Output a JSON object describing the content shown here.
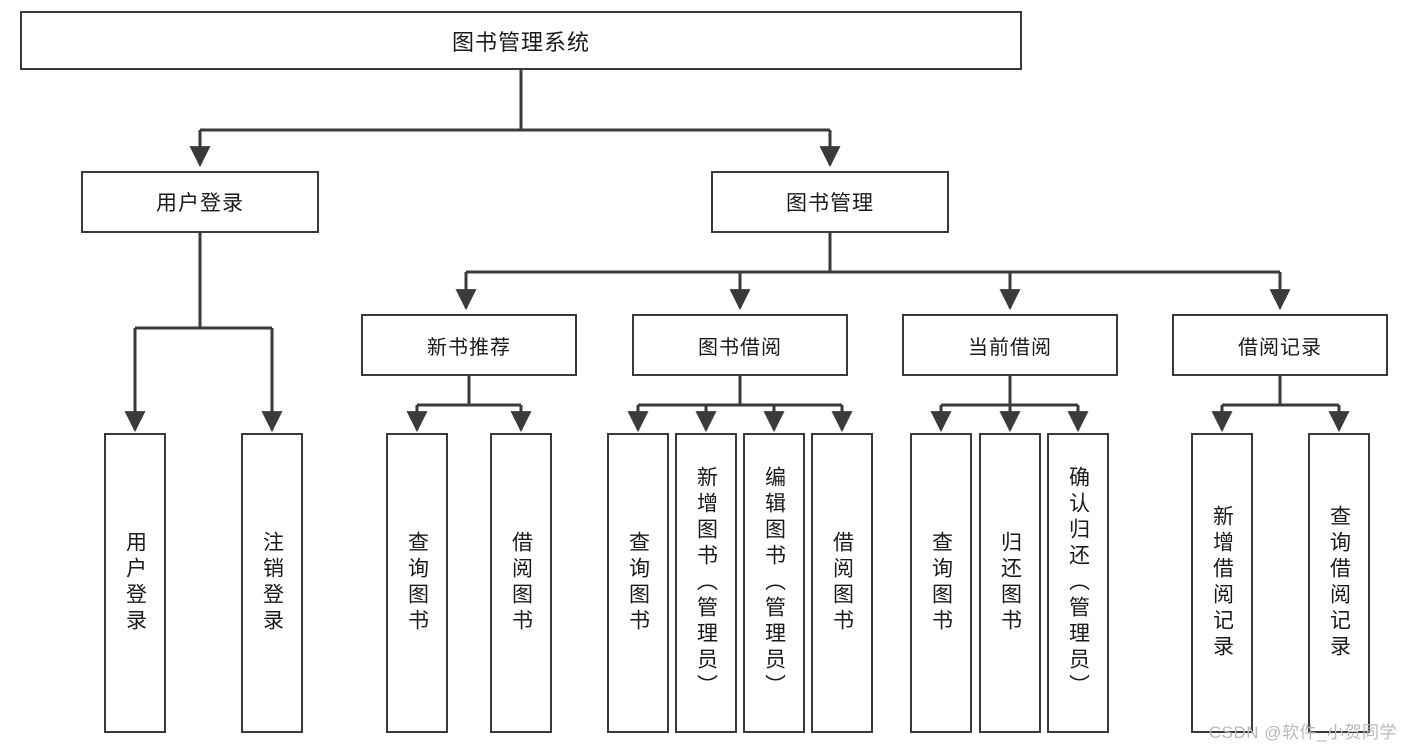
{
  "diagram": {
    "title": "图书管理系统",
    "type": "tree-hierarchy",
    "orientation": "top-down",
    "colors": {
      "box_border": "#3a3a3a",
      "box_fill": "#ffffff",
      "edge": "#3a3a3a",
      "text": "#1a1a1a",
      "watermark": "#b9b9b9",
      "background": "#ffffff"
    },
    "nodes": {
      "root": {
        "label": "图书管理系统",
        "level": 0
      },
      "user_login": {
        "label": "用户登录",
        "level": 1
      },
      "book_manage": {
        "label": "图书管理",
        "level": 1
      },
      "new_book_rec": {
        "label": "新书推荐",
        "level": 2
      },
      "book_borrow": {
        "label": "图书借阅",
        "level": 2
      },
      "current_borrow": {
        "label": "当前借阅",
        "level": 2
      },
      "borrow_record": {
        "label": "借阅记录",
        "level": 2
      },
      "leaf_user_login": {
        "label": "用户登录",
        "level": 3
      },
      "leaf_logout": {
        "label": "注销登录",
        "level": 3
      },
      "leaf_query_book_1": {
        "label": "查询图书",
        "level": 3
      },
      "leaf_borrow_book_1": {
        "label": "借阅图书",
        "level": 3
      },
      "leaf_query_book_2": {
        "label": "查询图书",
        "level": 3
      },
      "leaf_add_book": {
        "label": "新增图书（管理员）",
        "level": 3
      },
      "leaf_edit_book": {
        "label": "编辑图书（管理员）",
        "level": 3
      },
      "leaf_borrow_book_2": {
        "label": "借阅图书",
        "level": 3
      },
      "leaf_query_book_3": {
        "label": "查询图书",
        "level": 3
      },
      "leaf_return_book": {
        "label": "归还图书",
        "level": 3
      },
      "leaf_confirm_return": {
        "label": "确认归还（管理员）",
        "level": 3
      },
      "leaf_add_record": {
        "label": "新增借阅记录",
        "level": 3
      },
      "leaf_query_record": {
        "label": "查询借阅记录",
        "level": 3
      }
    },
    "edges": [
      {
        "from": "root",
        "to": "user_login"
      },
      {
        "from": "root",
        "to": "book_manage"
      },
      {
        "from": "user_login",
        "to": "leaf_user_login"
      },
      {
        "from": "user_login",
        "to": "leaf_logout"
      },
      {
        "from": "book_manage",
        "to": "new_book_rec"
      },
      {
        "from": "book_manage",
        "to": "book_borrow"
      },
      {
        "from": "book_manage",
        "to": "current_borrow"
      },
      {
        "from": "book_manage",
        "to": "borrow_record"
      },
      {
        "from": "new_book_rec",
        "to": "leaf_query_book_1"
      },
      {
        "from": "new_book_rec",
        "to": "leaf_borrow_book_1"
      },
      {
        "from": "book_borrow",
        "to": "leaf_query_book_2"
      },
      {
        "from": "book_borrow",
        "to": "leaf_add_book"
      },
      {
        "from": "book_borrow",
        "to": "leaf_edit_book"
      },
      {
        "from": "book_borrow",
        "to": "leaf_borrow_book_2"
      },
      {
        "from": "current_borrow",
        "to": "leaf_query_book_3"
      },
      {
        "from": "current_borrow",
        "to": "leaf_return_book"
      },
      {
        "from": "current_borrow",
        "to": "leaf_confirm_return"
      },
      {
        "from": "borrow_record",
        "to": "leaf_add_record"
      },
      {
        "from": "borrow_record",
        "to": "leaf_query_record"
      }
    ]
  },
  "watermark": {
    "text": "CSDN @软件_小贺同学"
  }
}
